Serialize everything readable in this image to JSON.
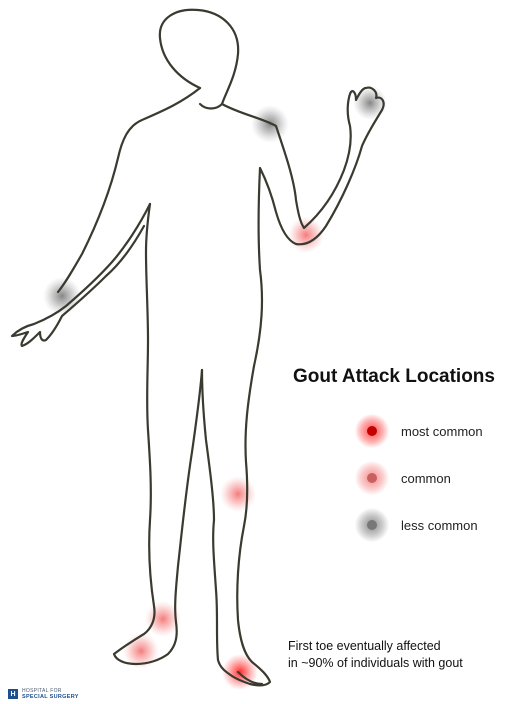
{
  "title": "Gout Attack Locations",
  "legend": [
    {
      "key": "most",
      "label": "most common",
      "glow": "#ff3030",
      "dot": "#c40000"
    },
    {
      "key": "common",
      "label": "common",
      "glow": "#f07070",
      "dot": "#c86060"
    },
    {
      "key": "less",
      "label": "less common",
      "glow": "#909090",
      "dot": "#777777"
    }
  ],
  "note": {
    "line1": "First toe eventually affected",
    "line2": "in ~90% of individuals with gout"
  },
  "logo": {
    "line1": "HOSPITAL FOR",
    "line2": "SPECIAL SURGERY",
    "mark": "H"
  },
  "colors": {
    "outline": "#3a3a30",
    "background": "#ffffff"
  },
  "sites": [
    {
      "name": "shoulder",
      "level": "less"
    },
    {
      "name": "elbow",
      "level": "common"
    },
    {
      "name": "wrist",
      "level": "less"
    },
    {
      "name": "finger-joints",
      "level": "less"
    },
    {
      "name": "knee",
      "level": "common"
    },
    {
      "name": "ankle",
      "level": "common"
    },
    {
      "name": "heel",
      "level": "common"
    },
    {
      "name": "first-toe",
      "level": "most"
    }
  ]
}
